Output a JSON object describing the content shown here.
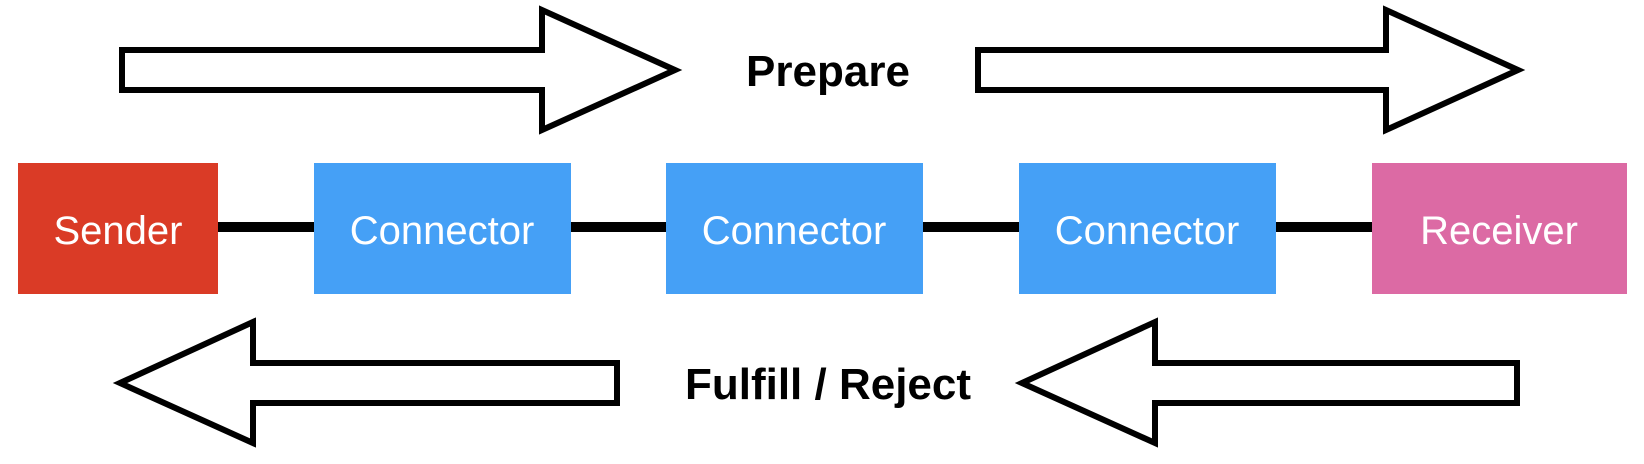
{
  "flow": {
    "prepare_label": "Prepare",
    "response_label": "Fulfill / Reject"
  },
  "nodes": [
    {
      "label": "Sender",
      "color": "#da3b26"
    },
    {
      "label": "Connector",
      "color": "#45a0f6"
    },
    {
      "label": "Connector",
      "color": "#45a0f6"
    },
    {
      "label": "Connector",
      "color": "#45a0f6"
    },
    {
      "label": "Receiver",
      "color": "#dc6aa4"
    }
  ]
}
